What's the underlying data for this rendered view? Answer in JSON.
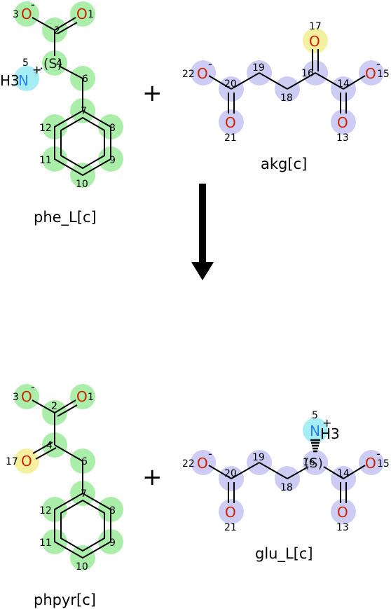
{
  "colors": {
    "phe_highlight": "#aaeeaa",
    "akg_highlight": "#ccccf5",
    "amine_highlight": "#a6eef6",
    "keto_highlight": "#f5f0a0",
    "oxygen": "#cc2200",
    "nitrogen": "#2a7fff"
  },
  "reactants": [
    {
      "label": "phe_L[c]",
      "atom_indices": [
        "1",
        "2",
        "3",
        "4",
        "5",
        "6",
        "7",
        "8",
        "9",
        "10",
        "11",
        "12"
      ],
      "atoms": {
        "o3": "O",
        "o1": "O",
        "n5": "N",
        "h3": "H3"
      },
      "charges": {
        "o3": "-",
        "n5": "+"
      },
      "stereo": "(S)"
    },
    {
      "label": "akg[c]",
      "atom_indices": [
        "13",
        "14",
        "15",
        "16",
        "17",
        "18",
        "19",
        "20",
        "21",
        "22"
      ],
      "atoms": {
        "o17": "O",
        "o22": "O",
        "o15": "O",
        "o21": "O",
        "o13": "O"
      },
      "charges": {
        "o22": "-",
        "o15": "-"
      }
    }
  ],
  "products": [
    {
      "label": "phpyr[c]",
      "atom_indices": [
        "1",
        "2",
        "3",
        "4",
        "6",
        "7",
        "8",
        "9",
        "10",
        "11",
        "12",
        "17"
      ],
      "atoms": {
        "o3": "O",
        "o1": "O",
        "o17": "O"
      },
      "charges": {
        "o3": "-"
      }
    },
    {
      "label": "glu_L[c]",
      "atom_indices": [
        "5",
        "13",
        "14",
        "15",
        "16",
        "18",
        "19",
        "20",
        "21",
        "22"
      ],
      "atoms": {
        "n5": "N",
        "h3": "H3",
        "o22": "O",
        "o15": "O",
        "o21": "O",
        "o13": "O"
      },
      "charges": {
        "n5": "+",
        "o22": "-",
        "o15": "-"
      },
      "stereo": "(S)"
    }
  ],
  "operators": {
    "plus_top": "+",
    "plus_bottom": "+"
  }
}
